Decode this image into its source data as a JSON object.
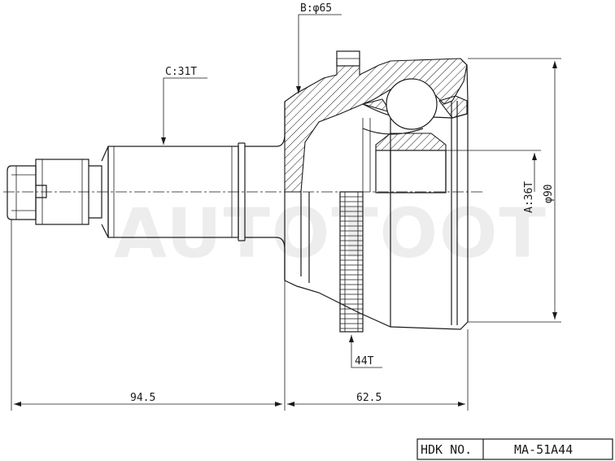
{
  "labels": {
    "spline_outer": "C:31T",
    "seal_dia": "B:φ65",
    "spline_inner": "A:36T",
    "outer_dia": "φ90",
    "abs_ring": "44T",
    "shaft_length": "94.5",
    "bell_length": "62.5"
  },
  "watermark": "AUTOTOOT",
  "title_block": {
    "label": "HDK NO.",
    "value": "MA-51A44"
  }
}
